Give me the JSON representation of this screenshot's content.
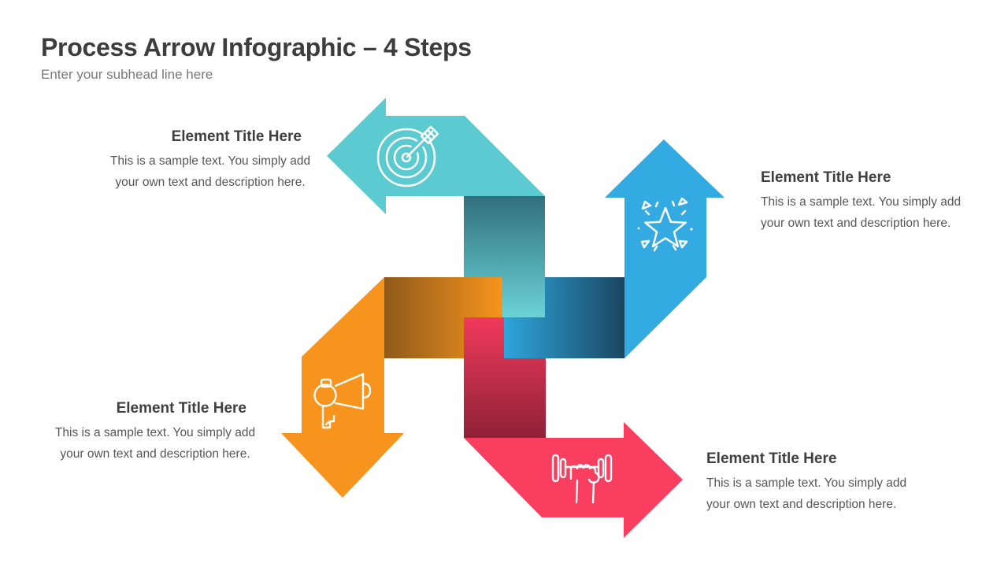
{
  "header": {
    "title": "Process Arrow Infographic – 4 Steps",
    "subtitle": "Enter your subhead line here"
  },
  "palette": {
    "background": "#FFFFFF",
    "heading_text": "#3D3D3D",
    "subtitle_text": "#7A7A7A",
    "step_title_text": "#3F3F3F",
    "step_body_text": "#565656",
    "icon_stroke": "#FFFFFF"
  },
  "steps": [
    {
      "position": "top-left",
      "icon": "target-icon",
      "title": "Element Title Here",
      "desc": [
        "This is a sample text. You simply add",
        "your own text and description here."
      ],
      "arrow_color": "#5CCBD1",
      "gradient_dark": "#31707C",
      "gradient_light": "#6BD2D7"
    },
    {
      "position": "right",
      "icon": "star-icon",
      "title": "Element Title Here",
      "desc": [
        "This is a sample text. You simply add",
        "your own text and description here."
      ],
      "arrow_color": "#33ABE2",
      "gradient_dark": "#1A4661",
      "gradient_light": "#2EA6DC"
    },
    {
      "position": "bottom-left",
      "icon": "megaphone-icon",
      "title": "Element Title Here",
      "desc": [
        "This is a sample text. You simply add",
        "your own text and description here."
      ],
      "arrow_color": "#F7941D",
      "gradient_dark": "#8F5A1A",
      "gradient_light": "#F7941D"
    },
    {
      "position": "bottom-right",
      "icon": "dumbbell-icon",
      "title": "Element Title Here",
      "desc": [
        "This is a sample text. You simply add",
        "your own text and description here."
      ],
      "arrow_color": "#F93E5F",
      "gradient_dark": "#8E2136",
      "gradient_light": "#F13A5C"
    }
  ]
}
